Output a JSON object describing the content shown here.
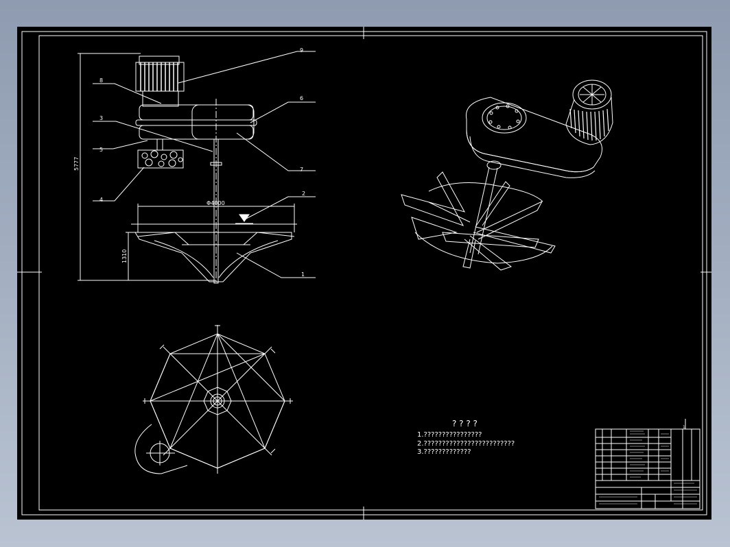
{
  "drawing": {
    "part_numbers": [
      "1",
      "2",
      "3",
      "4",
      "5",
      "6",
      "7",
      "8",
      "9"
    ],
    "dim_height": "5777",
    "dim_diameter": "Φ4000",
    "dim_depth": "1310"
  },
  "notes": {
    "heading": "? ? ? ?",
    "lines": [
      "1.????????????????",
      "2.?????????????????????????",
      "3.?????????????"
    ]
  },
  "title_block": {
    "small_label": "1"
  },
  "colors": {
    "line": "#ffffff",
    "background": "#000000",
    "frame": "#ffffff"
  }
}
